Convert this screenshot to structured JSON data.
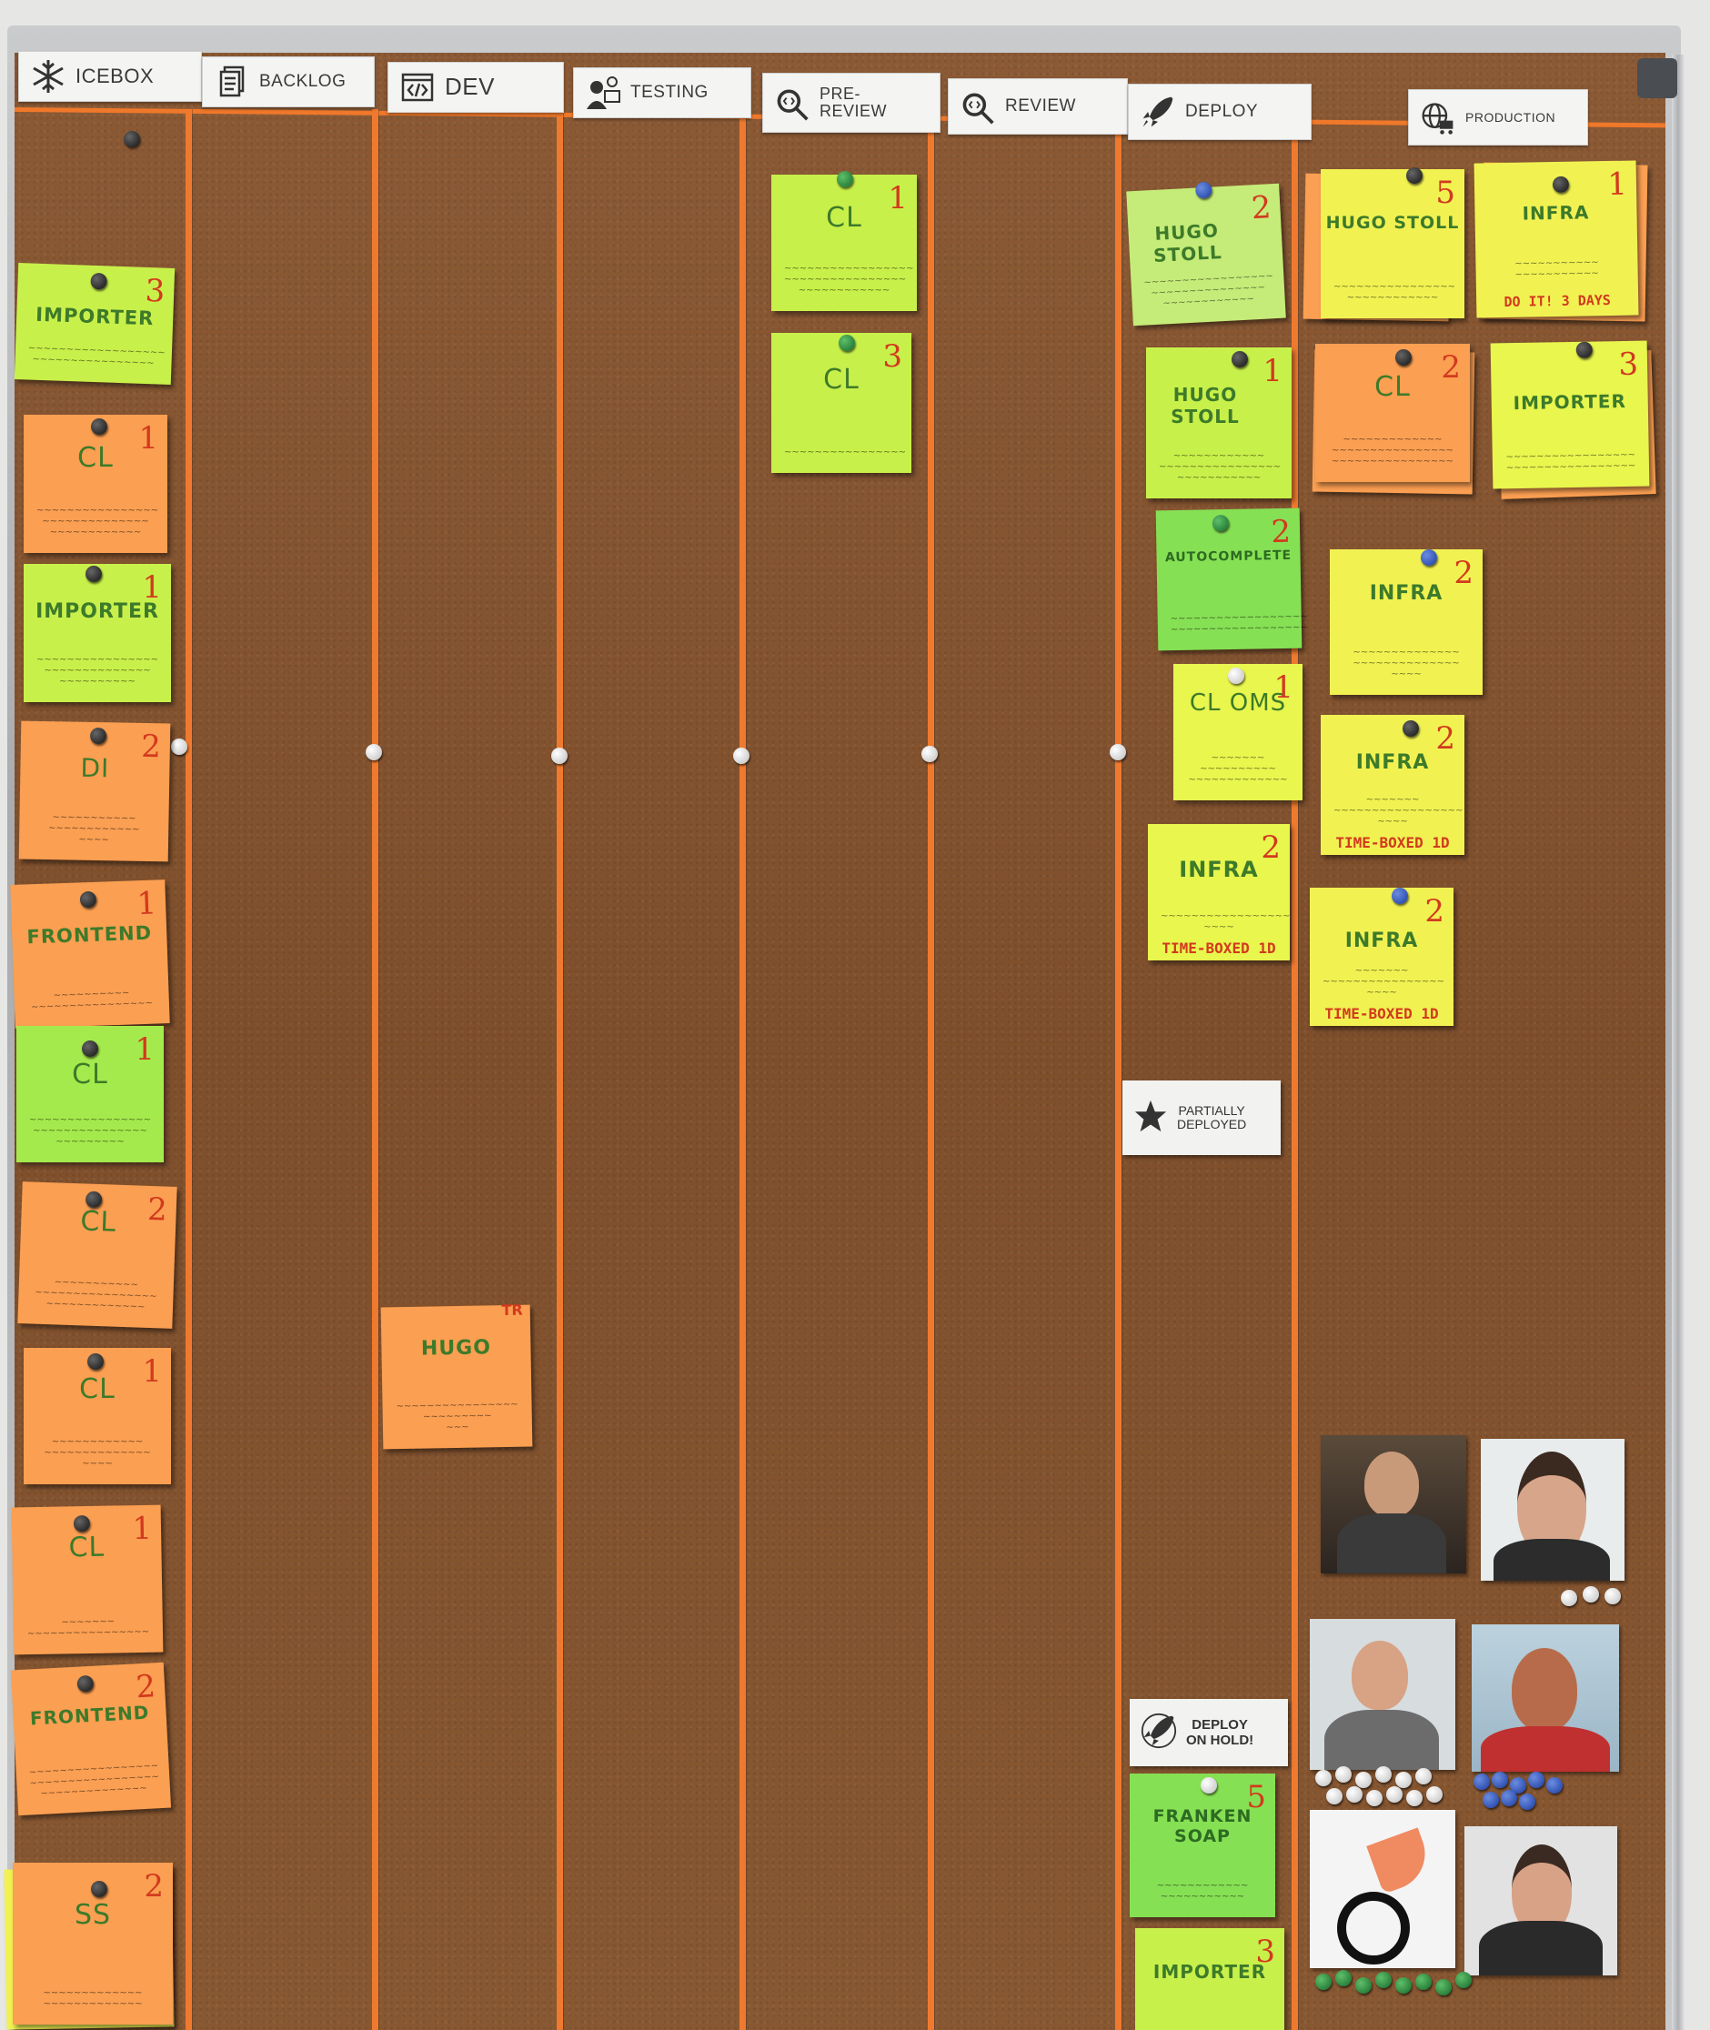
{
  "board": {
    "columns": [
      {
        "label": "ICEBOX",
        "icon": "snowflake-icon"
      },
      {
        "label": "BACKLOG",
        "icon": "document-icon"
      },
      {
        "label": "DEV",
        "icon": "code-icon"
      },
      {
        "label": "TESTING",
        "icon": "tester-icon"
      },
      {
        "label": "PRE-\nREVIEW",
        "icon": "magnifier-code-icon"
      },
      {
        "label": "REVIEW",
        "icon": "magnifier-code-icon"
      },
      {
        "label": "DEPLOY",
        "icon": "rocket-icon"
      },
      {
        "label": "PRODUCTION",
        "icon": "globe-cart-icon"
      }
    ],
    "labels": {
      "partially_deployed": "PARTIALLY\nDEPLOYED",
      "deploy_on_hold": "DEPLOY\nON HOLD!"
    },
    "colors": {
      "cork": "#7f4f2c",
      "tape": "#ef7a2f",
      "note_orange": "#fb9f52",
      "note_yellow": "#f1f252",
      "note_lime": "#c8f04a",
      "note_green": "#86e054"
    }
  },
  "notes": {
    "icebox": [
      {
        "title": "IMPORTER",
        "num": "3",
        "color": "lime"
      },
      {
        "title": "CL",
        "num": "1",
        "color": "orange"
      },
      {
        "title": "IMPORTER",
        "num": "1",
        "color": "lime"
      },
      {
        "title": "DI",
        "num": "2",
        "color": "orange"
      },
      {
        "title": "FRONTEND",
        "num": "1",
        "color": "orange"
      },
      {
        "title": "CL",
        "num": "1",
        "color": "lime"
      },
      {
        "title": "CL",
        "num": "2",
        "color": "orange"
      },
      {
        "title": "CL",
        "num": "1",
        "color": "orange"
      },
      {
        "title": "CL",
        "num": "1",
        "color": "orange"
      },
      {
        "title": "FRONTEND",
        "num": "2",
        "color": "orange"
      },
      {
        "title": "SS",
        "num": "2",
        "color": "orange"
      }
    ],
    "dev": [
      {
        "title": "HUGO",
        "num": "",
        "color": "orange"
      }
    ],
    "prereview": [
      {
        "title": "CL",
        "num": "1",
        "color": "lime"
      },
      {
        "title": "CL",
        "num": "3",
        "color": "lime"
      }
    ],
    "deploy": [
      {
        "title": "HUGO STOLL",
        "num": "2",
        "color": "lime"
      },
      {
        "title": "HUGO STOLL",
        "num": "1",
        "color": "lime"
      },
      {
        "title": "AUTOCOMPLETE",
        "num": "2",
        "color": "green"
      },
      {
        "title": "CL OMS",
        "num": "1",
        "color": "yellow"
      },
      {
        "title": "INFRA",
        "num": "2",
        "color": "yellow",
        "stamp": "TIME-BOXED 1D"
      },
      {
        "title": "FRANKEN SOAP",
        "num": "5",
        "color": "green"
      },
      {
        "title": "IMPORTER",
        "num": "3",
        "color": "lime"
      }
    ],
    "production": [
      {
        "title": "HUGO STOLL",
        "num": "5",
        "color": "yellow"
      },
      {
        "title": "INFRA",
        "num": "1",
        "color": "yellow",
        "stamp": "DO IT! 3 DAYS"
      },
      {
        "title": "CL",
        "num": "2",
        "color": "orange"
      },
      {
        "title": "IMPORTER",
        "num": "3",
        "color": "yellow"
      },
      {
        "title": "INFRA",
        "num": "2",
        "color": "yellow"
      },
      {
        "title": "INFRA",
        "num": "2",
        "color": "yellow",
        "stamp": "TIME-BOXED 1D"
      },
      {
        "title": "INFRA",
        "num": "2",
        "color": "yellow",
        "stamp": "TIME-BOXED 1D"
      }
    ]
  }
}
